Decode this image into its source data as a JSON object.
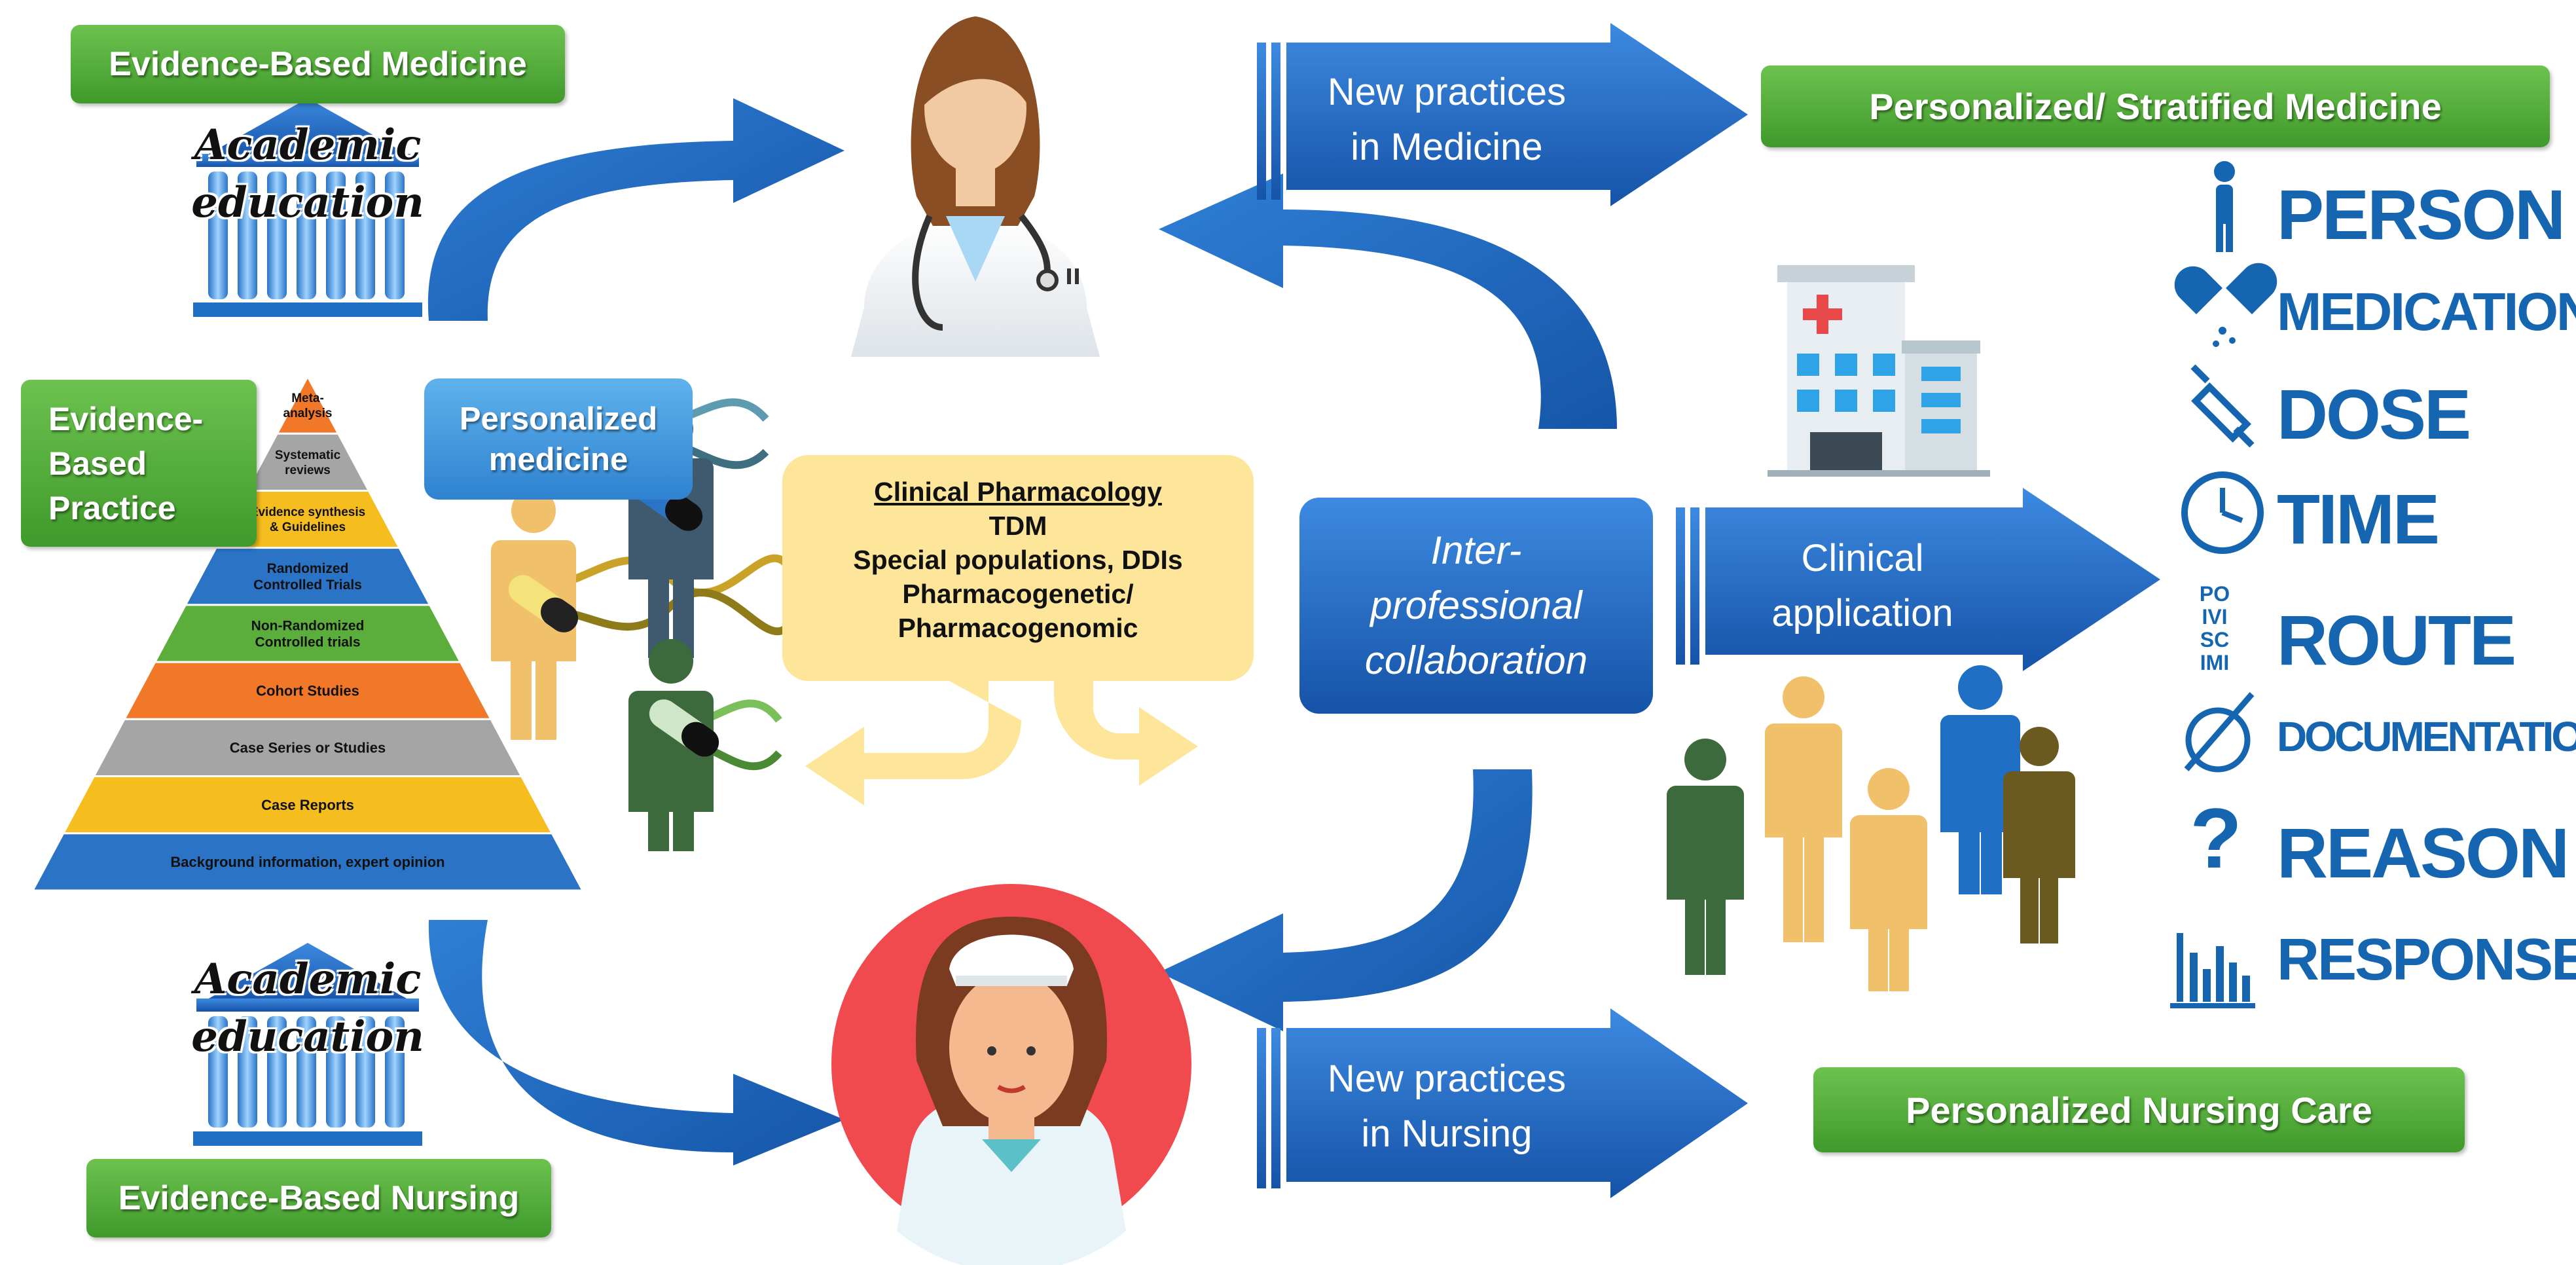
{
  "left": {
    "ebm_label": "Evidence-Based Medicine",
    "academic_top": [
      "Academic",
      "education"
    ],
    "ebp_label": [
      "Evidence-",
      "Based",
      "Practice"
    ],
    "personalized_label": [
      "Personalized",
      "medicine"
    ],
    "academic_bottom": [
      "Academic",
      "education"
    ],
    "ebn_label": "Evidence-Based Nursing",
    "pyramid": [
      {
        "lines": [
          "Meta-",
          "analysis"
        ],
        "color": "#f07828"
      },
      {
        "lines": [
          "Systematic",
          "reviews"
        ],
        "color": "#a5a5a5"
      },
      {
        "lines": [
          "Evidence synthesis",
          "& Guidelines"
        ],
        "color": "#f5bd1d"
      },
      {
        "lines": [
          "Randomized",
          "Controlled Trials"
        ],
        "color": "#2a73c5"
      },
      {
        "lines": [
          "Non-Randomized",
          "Controlled trials"
        ],
        "color": "#5cae3c"
      },
      {
        "lines": [
          "Cohort Studies"
        ],
        "color": "#f07828"
      },
      {
        "lines": [
          "Case Series or Studies"
        ],
        "color": "#a5a5a5"
      },
      {
        "lines": [
          "Case Reports"
        ],
        "color": "#f5bd1d"
      },
      {
        "lines": [
          "Background information, expert opinion"
        ],
        "color": "#2a73c5"
      }
    ]
  },
  "center": {
    "clinical_pharmacology": "Clinical Pharmacology",
    "cp_lines": [
      "TDM",
      "Special populations, DDIs",
      "Pharmacogenetic/",
      "Pharmacogenomic"
    ],
    "collab": [
      "Inter-",
      "professional",
      "collaboration"
    ]
  },
  "right": {
    "new_medicine": [
      "New practices",
      "in Medicine"
    ],
    "new_nursing": [
      "New practices",
      "in Nursing"
    ],
    "clinical_application": [
      "Clinical",
      "application"
    ],
    "psm_label": "Personalized/ Stratified Medicine",
    "pnc_label": "Personalized Nursing Care",
    "route_icon_text": [
      "PO",
      "IVI",
      "SC",
      "IMI"
    ],
    "list": [
      "PERSON",
      "MEDICATION",
      "DOSE",
      "TIME",
      "ROUTE",
      "DOCUMENTATION",
      "REASON",
      "RESPONSE"
    ]
  },
  "colors": {
    "green": "#4caf38",
    "blue": "#1f6fc4",
    "list_blue": "#1565b0",
    "cp_box": "#fde59a",
    "nurse_circle": "#f14a4e"
  }
}
